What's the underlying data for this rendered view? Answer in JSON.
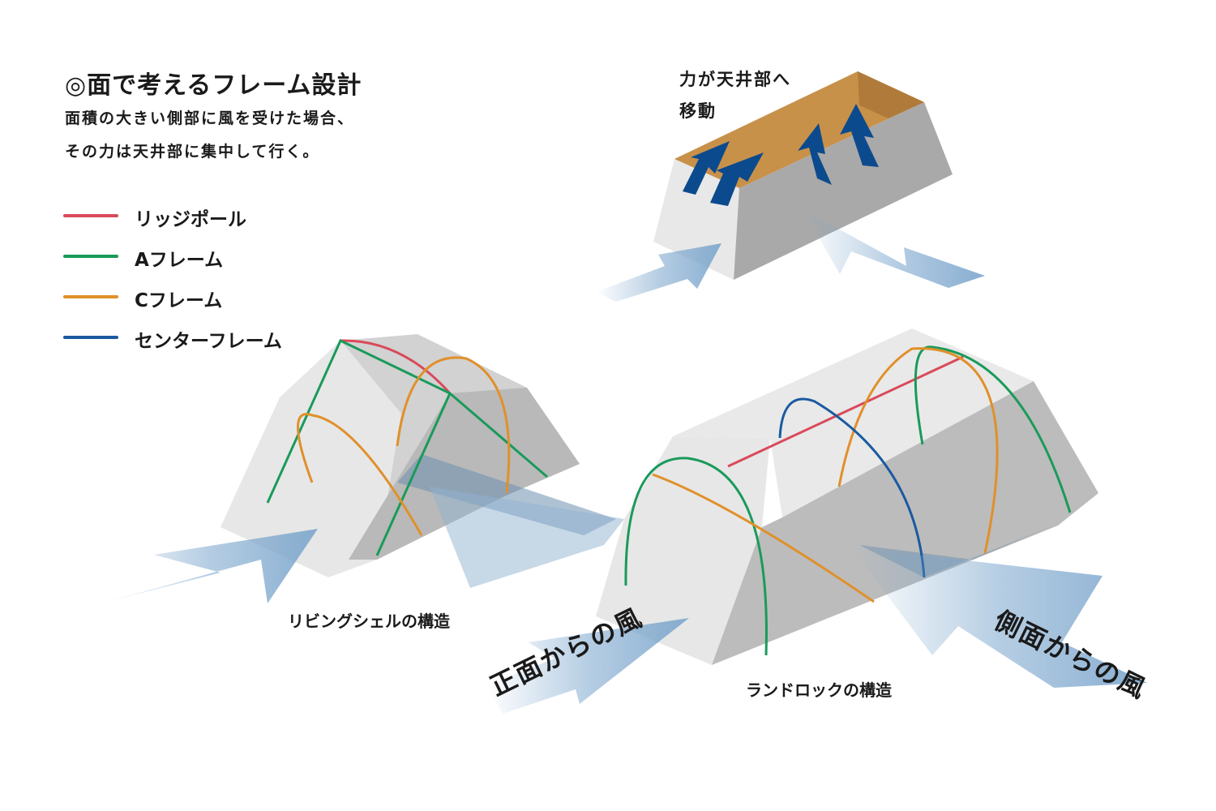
{
  "title": "◎面で考えるフレーム設計",
  "description": [
    "面積の大きい側部に風を受けた場合、",
    "その力は天井部に集中して行く。"
  ],
  "legend": [
    {
      "label": "リッジポール",
      "color": "#d94a5a"
    },
    {
      "label": "Aフレーム",
      "color": "#1a9a5a"
    },
    {
      "label": "Cフレーム",
      "color": "#e0902a"
    },
    {
      "label": "センターフレーム",
      "color": "#1a5aa0"
    }
  ],
  "force_note": [
    "力が天井部へ",
    "移動"
  ],
  "captions": {
    "living_shell": "リビングシェルの構造",
    "land_rock": "ランドロックの構造"
  },
  "wind_labels": {
    "front": "正面からの風",
    "side": "側面からの風"
  },
  "colors": {
    "roof_highlight": "#c8914a",
    "force_arrow": "#0c4a8e",
    "wind_arrow": "#7aa5cc",
    "shape_light": "#e9e9e9",
    "shape_dark": "#bdbdbd"
  }
}
